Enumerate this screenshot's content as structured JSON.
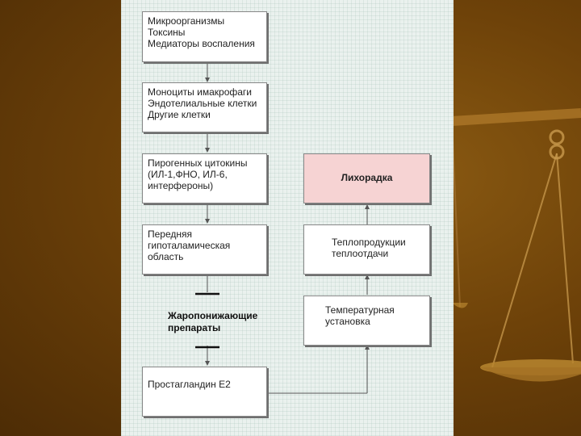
{
  "colors": {
    "background": "#6e4209",
    "panel": "#eaf1ee",
    "box_fill": "#ffffff",
    "fever_fill": "#f6d3d3",
    "line": "#555555"
  },
  "diagram": {
    "left_column": [
      {
        "lines": [
          "Микроорганизмы",
          "Токсины",
          "Медиаторы воспаления"
        ]
      },
      {
        "lines": [
          "Моноциты имакрофаги",
          "Эндотелиальные клетки",
          "Другие клетки"
        ]
      },
      {
        "lines": [
          "Пирогенных цитокины",
          "(ИЛ-1,ФНО, ИЛ-6,",
          "интерфероны)"
        ]
      },
      {
        "lines": [
          "Передняя",
          "гипоталамическая",
          "область"
        ]
      }
    ],
    "antipyretics": {
      "lines": [
        "Жаропонижающие",
        "препараты"
      ]
    },
    "prostaglandin": {
      "lines": [
        "Простагландин Е2"
      ]
    },
    "right_column": [
      {
        "lines": [
          "Лихорадка"
        ]
      },
      {
        "lines": [
          "Теплопродукции",
          "теплоотдачи"
        ]
      },
      {
        "lines": [
          "Температурная",
          "установка"
        ]
      }
    ]
  }
}
